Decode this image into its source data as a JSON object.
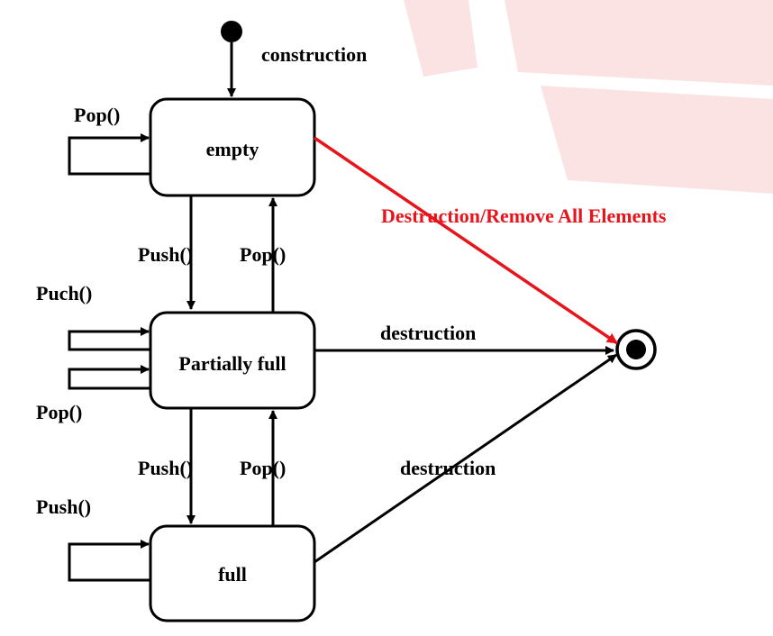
{
  "diagram": {
    "colors": {
      "line": "#000000",
      "highlight": "#e8141c",
      "watermark": "#fbe3e3"
    },
    "states": {
      "empty": "empty",
      "partial": "Partially full",
      "full": "full"
    },
    "transitions": {
      "construction": "construction",
      "empty_self_pop": "Pop()",
      "empty_to_partial_push": "Push()",
      "partial_to_empty_pop": "Pop()",
      "partial_self_puch": "Puch()",
      "partial_self_pop": "Pop()",
      "partial_to_full_push": "Push()",
      "full_to_partial_pop": "Pop()",
      "full_self_push": "Push()",
      "empty_destruction": "Destruction/Remove All Elements",
      "partial_destruction": "destruction",
      "full_destruction": "destruction"
    }
  }
}
